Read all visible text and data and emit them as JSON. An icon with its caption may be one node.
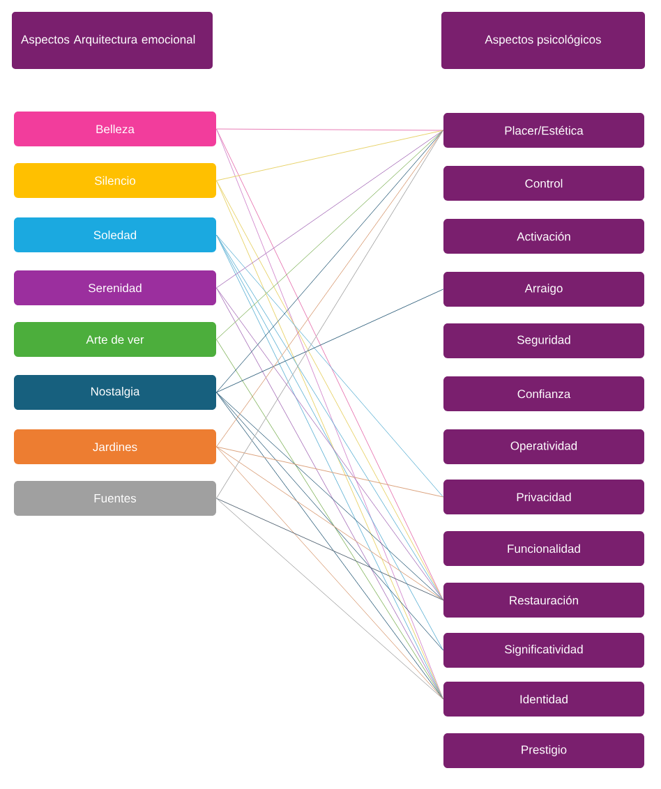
{
  "diagram": {
    "nodes": [
      {
        "text": [
          "Aspectos Arquitectura emocional"
        ]
      },
      {
        "text": [
          "Aspectos psicológicos"
        ]
      },
      {
        "text": [
          "Belleza"
        ]
      },
      {
        "text": [
          "Silencio"
        ]
      },
      {
        "text": [
          "Soledad"
        ]
      },
      {
        "text": [
          "Serenidad"
        ]
      },
      {
        "text": [
          "Arte de ver"
        ]
      },
      {
        "text": [
          "Nostalgia"
        ]
      },
      {
        "text": [
          "Jardines"
        ]
      },
      {
        "text": [
          "Fuentes"
        ]
      },
      {
        "text": [
          "Placer/Estética"
        ]
      },
      {
        "text": [
          "Control"
        ]
      },
      {
        "text": [
          "Activación"
        ]
      },
      {
        "text": [
          "Arraigo"
        ]
      },
      {
        "text": [
          "Seguridad"
        ]
      },
      {
        "text": [
          "Confianza"
        ]
      },
      {
        "text": [
          "Operatividad"
        ]
      },
      {
        "text": [
          "Privacidad"
        ]
      },
      {
        "text": [
          "Funcionalidad"
        ]
      },
      {
        "text": [
          "Restauración"
        ]
      },
      {
        "text": [
          "Significatividad"
        ]
      },
      {
        "text": [
          "Identidad"
        ]
      },
      {
        "text": [
          "Prestigio"
        ]
      }
    ],
    "edges": [
      {
        "from": 2,
        "to": 10,
        "arrow": "none",
        "color": "#e87bb5"
      },
      {
        "from": 2,
        "to": 19,
        "arrow": "none",
        "color": "#e87bb5"
      },
      {
        "from": 2,
        "to": 21,
        "arrow": "none",
        "color": "#d58fd0"
      },
      {
        "from": 3,
        "to": 10,
        "arrow": "none",
        "color": "#e8d36b"
      },
      {
        "from": 3,
        "to": 19,
        "arrow": "none",
        "color": "#e8d36b"
      },
      {
        "from": 3,
        "to": 21,
        "arrow": "none",
        "color": "#e8d36b"
      },
      {
        "from": 4,
        "to": 17,
        "arrow": "none",
        "color": "#6bb8d8"
      },
      {
        "from": 4,
        "to": 19,
        "arrow": "none",
        "color": "#6bb8d8"
      },
      {
        "from": 4,
        "to": 20,
        "arrow": "none",
        "color": "#6bb8d8"
      },
      {
        "from": 4,
        "to": 21,
        "arrow": "none",
        "color": "#6bb8d8"
      },
      {
        "from": 5,
        "to": 10,
        "arrow": "none",
        "color": "#b07cc0"
      },
      {
        "from": 5,
        "to": 19,
        "arrow": "none",
        "color": "#b07cc0"
      },
      {
        "from": 5,
        "to": 21,
        "arrow": "none",
        "color": "#b07cc0"
      },
      {
        "from": 6,
        "to": 10,
        "arrow": "none",
        "color": "#8dbb6a"
      },
      {
        "from": 6,
        "to": 21,
        "arrow": "none",
        "color": "#8dbb6a"
      },
      {
        "from": 7,
        "to": 10,
        "arrow": "none",
        "color": "#3d6a85"
      },
      {
        "from": 7,
        "to": 13,
        "arrow": "none",
        "color": "#3d6a85"
      },
      {
        "from": 7,
        "to": 19,
        "arrow": "none",
        "color": "#3d6a85"
      },
      {
        "from": 7,
        "to": 20,
        "arrow": "none",
        "color": "#3d6a85"
      },
      {
        "from": 7,
        "to": 21,
        "arrow": "none",
        "color": "#3d6a85"
      },
      {
        "from": 8,
        "to": 10,
        "arrow": "none",
        "color": "#dba27c"
      },
      {
        "from": 8,
        "to": 17,
        "arrow": "none",
        "color": "#dba27c"
      },
      {
        "from": 8,
        "to": 19,
        "arrow": "none",
        "color": "#dba27c"
      },
      {
        "from": 8,
        "to": 21,
        "arrow": "none",
        "color": "#dba27c"
      },
      {
        "from": 9,
        "to": 10,
        "arrow": "none",
        "color": "#a8a8a8"
      },
      {
        "from": 9,
        "to": 19,
        "arrow": "none",
        "color": "#5a6a78"
      },
      {
        "from": 9,
        "to": 21,
        "arrow": "none",
        "color": "#a8a8a8"
      }
    ]
  }
}
